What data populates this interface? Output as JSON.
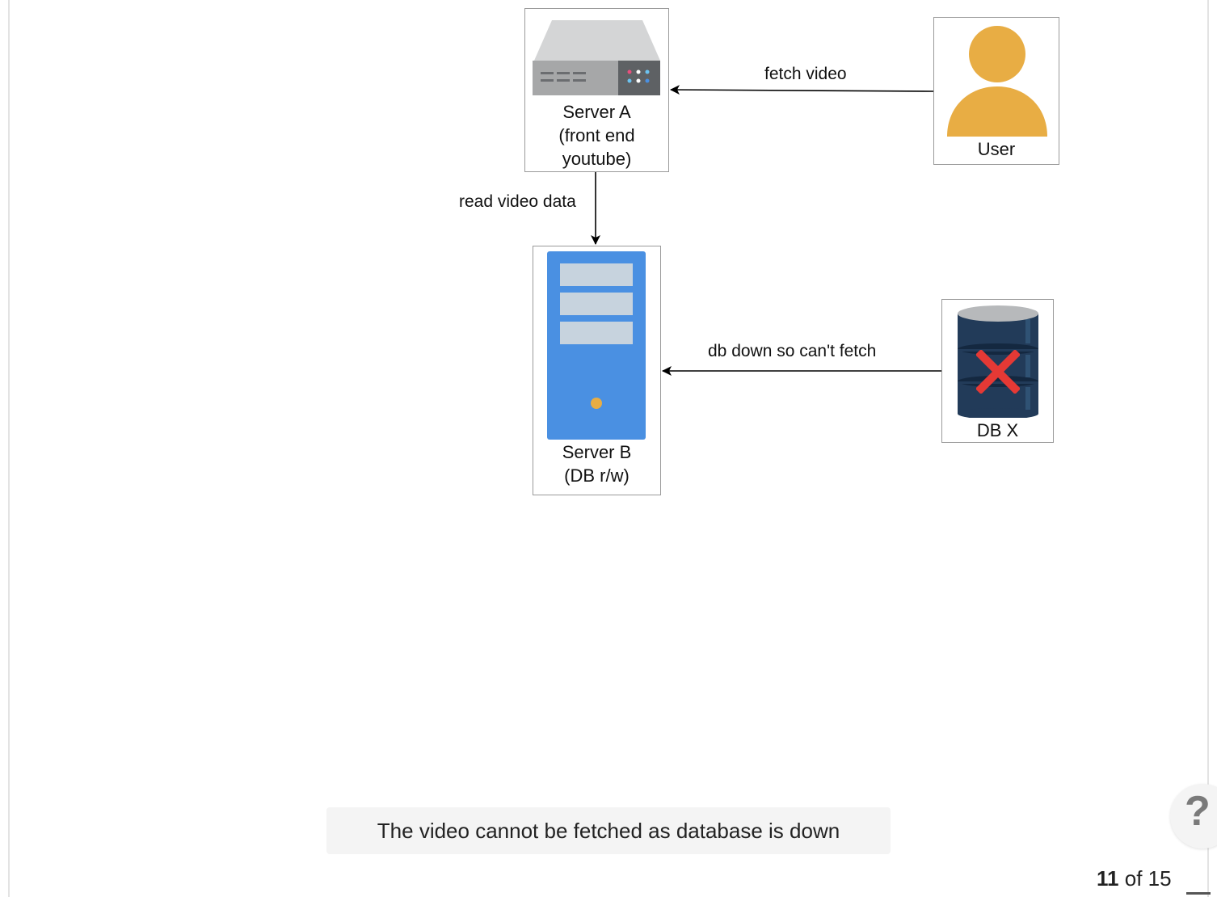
{
  "diagram": {
    "nodes": {
      "server_a": {
        "label": "Server A\n(front end\nyoutube)",
        "icon": "rack-server-icon"
      },
      "user": {
        "label": "User",
        "icon": "user-icon"
      },
      "server_b": {
        "label": "Server B\n(DB r/w)",
        "icon": "tower-server-icon"
      },
      "db": {
        "label": "DB X",
        "icon": "database-icon",
        "status": "down",
        "status_mark": "red-x"
      }
    },
    "edges": [
      {
        "from": "user",
        "to": "server_a",
        "label": "fetch video"
      },
      {
        "from": "server_a",
        "to": "server_b",
        "label": "read video data"
      },
      {
        "from": "db",
        "to": "server_b",
        "label": "db down so can't fetch"
      }
    ]
  },
  "caption": "The video cannot be fetched as database is down",
  "help": {
    "icon": "question-mark-icon",
    "label": "?"
  },
  "pager": {
    "current": "11",
    "separator": "of",
    "total": "15"
  },
  "colors": {
    "node_border": "#9a9a9a",
    "user_fill": "#e8ad44",
    "server_b_fill": "#4a90e2",
    "db_fill": "#223b59",
    "db_error_mark": "#e53935",
    "caption_bg": "#f4f4f4"
  }
}
